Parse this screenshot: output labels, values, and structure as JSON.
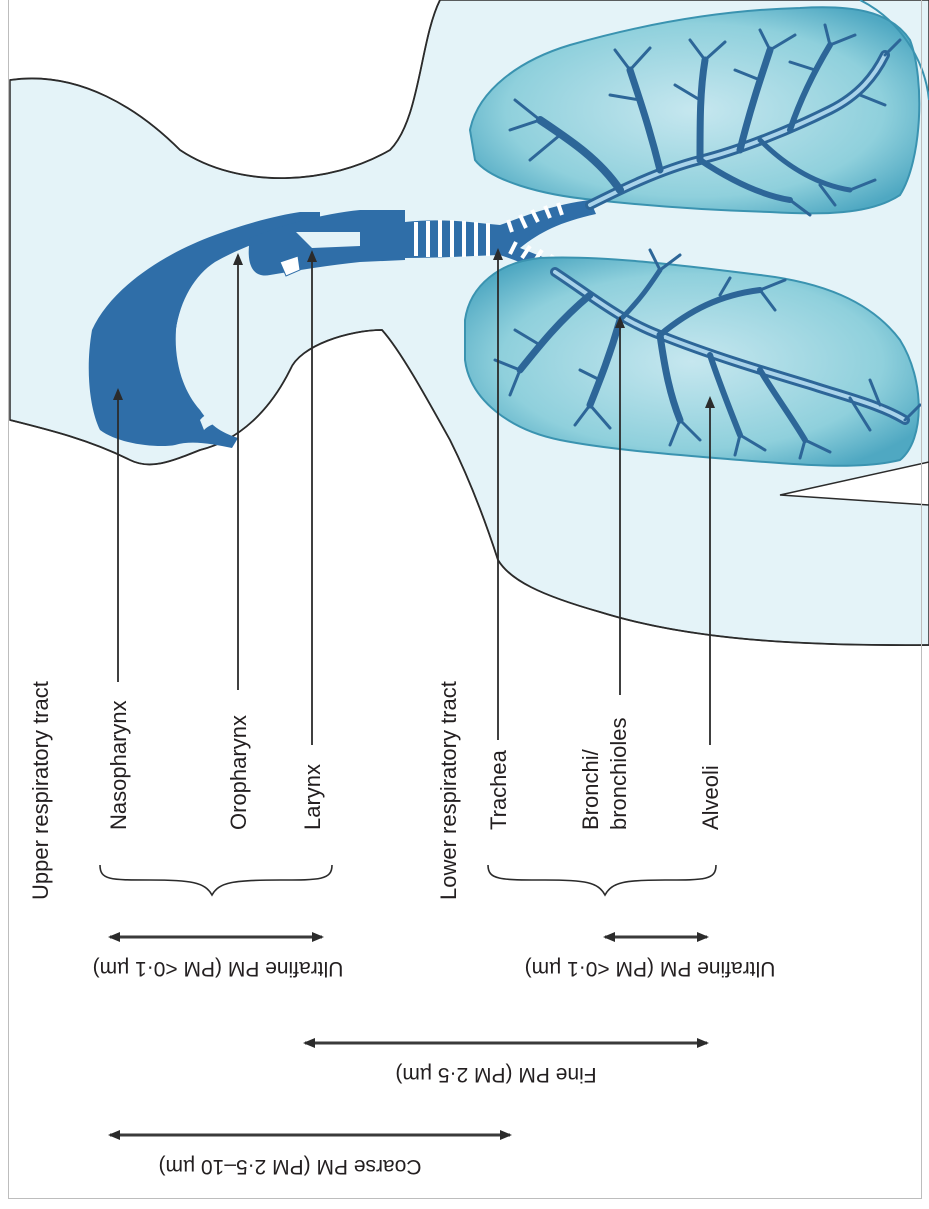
{
  "groups": {
    "upper": "Upper respiratory tract",
    "lower": "Lower respiratory tract"
  },
  "labels": {
    "nasopharynx": "Nasopharynx",
    "oropharynx": "Oropharynx",
    "larynx": "Larynx",
    "trachea": "Trachea",
    "bronchi_line1": "Bronchi/",
    "bronchi_line2": "bronchioles",
    "alveoli": "Alveoli"
  },
  "ranges": {
    "ultrafine_upper": "Ultrafine PM (PM <0·1 µm)",
    "ultrafine_lower": "Ultrafine PM (PM <0·1 µm)",
    "fine": "Fine PM (PM 2·5 µm)",
    "coarse": "Coarse PM (PM 2·5–10 µm)"
  },
  "colors": {
    "background_tissue": "#e4f3f8",
    "upper_airway": "#2f6ea8",
    "lung_fill": "#8fd0dc",
    "lung_edge": "#3a93b0",
    "bronchial_tree": "#2d6698",
    "bronchial_inner": "#a9d3ea",
    "line": "#2b2b2b"
  }
}
